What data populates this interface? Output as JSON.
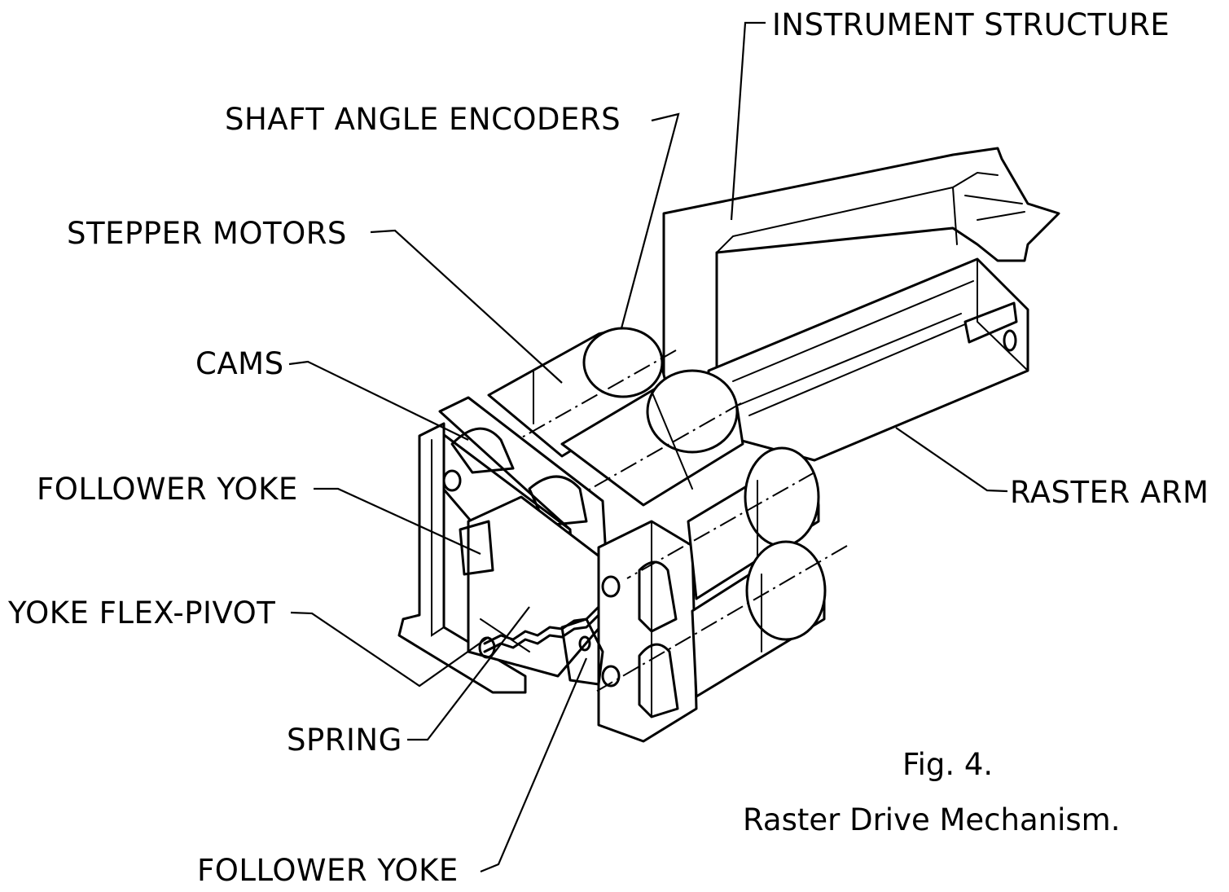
{
  "labels": {
    "instrument_structure": "INSTRUMENT  STRUCTURE",
    "shaft_angle_encoders": "SHAFT ANGLE  ENCODERS",
    "stepper_motors": "STEPPER  MOTORS",
    "cams": "CAMS",
    "follower_yoke_upper": "FOLLOWER  YOKE",
    "raster_arm": "RASTER  ARM",
    "yoke_flex_pivot": "YOKE  FLEX-PIVOT",
    "spring": "SPRING",
    "follower_yoke_lower": "FOLLOWER  YOKE"
  },
  "caption": {
    "figure_number": "Fig.  4.",
    "title": "Raster    Drive    Mechanism."
  }
}
